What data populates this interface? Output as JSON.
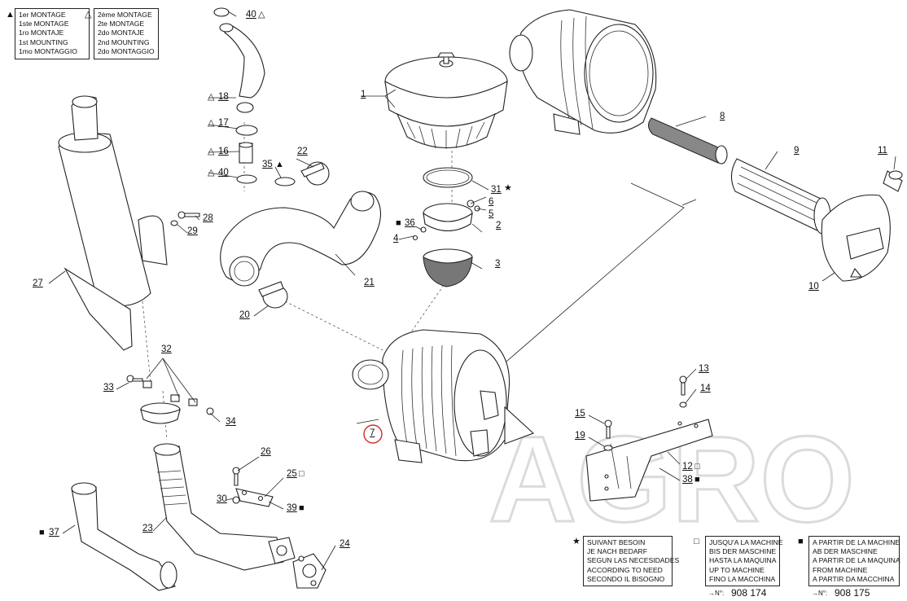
{
  "legends": {
    "first_mounting": {
      "symbol": "▲",
      "lines": [
        "1er MONTAGE",
        "1ste MONTAGE",
        "1ro MONTAJE",
        "1st MOUNTING",
        "1mo MONTAGGIO"
      ]
    },
    "second_mounting": {
      "symbol": "△",
      "lines": [
        "2ème MONTAGE",
        "2te MONTAGE",
        "2do MONTAJE",
        "2nd MOUNTING",
        "2do MONTAGGIO"
      ]
    },
    "as_required": {
      "symbol": "★",
      "lines": [
        "SUIVANT BESOIN",
        "JE NACH BEDARF",
        "SEGUN LAS NECESIDADES",
        "ACCORDING TO NEED",
        "SECONDO IL BISOGNO"
      ]
    },
    "up_to_machine": {
      "symbol": "□",
      "lines": [
        "JUSQU'A LA MACHINE",
        "BIS DER MASCHINE",
        "HASTA LA MAQUINA",
        "UP TO MACHINE",
        "FINO LA MACCHINA"
      ],
      "machine_prefix": "→N°:",
      "machine_no": "908 174"
    },
    "from_machine": {
      "symbol": "■",
      "lines": [
        "A PARTIR DE LA MACHINE",
        "AB DER MASCHINE",
        "A PARTIR DE LA MAQUINA",
        "FROM MACHINE",
        "A PARTIR DA MACCHINA"
      ],
      "machine_prefix": "→N°:",
      "machine_no": "908 175"
    }
  },
  "callouts": {
    "c1": "1",
    "c2": "2",
    "c3": "3",
    "c4": "4",
    "c5": "5",
    "c6": "6",
    "c7": "7",
    "c8": "8",
    "c9": "9",
    "c10": "10",
    "c11": "11",
    "c12": "12",
    "c13": "13",
    "c14": "14",
    "c15": "15",
    "c16": "16",
    "c17": "17",
    "c18": "18",
    "c19": "19",
    "c20": "20",
    "c21": "21",
    "c22": "22",
    "c23": "23",
    "c24": "24",
    "c25": "25",
    "c26": "26",
    "c27": "27",
    "c28": "28",
    "c29": "29",
    "c30": "30",
    "c31": "31",
    "c32": "32",
    "c33": "33",
    "c34": "34",
    "c35": "35",
    "c36": "36",
    "c37": "37",
    "c38": "38",
    "c39": "39",
    "c40a": "40",
    "c40b": "40"
  },
  "markers": {
    "open_triangle": "△",
    "filled_triangle": "▲",
    "star": "★",
    "open_square": "□",
    "filled_square": "■"
  },
  "watermark": "AGRO"
}
